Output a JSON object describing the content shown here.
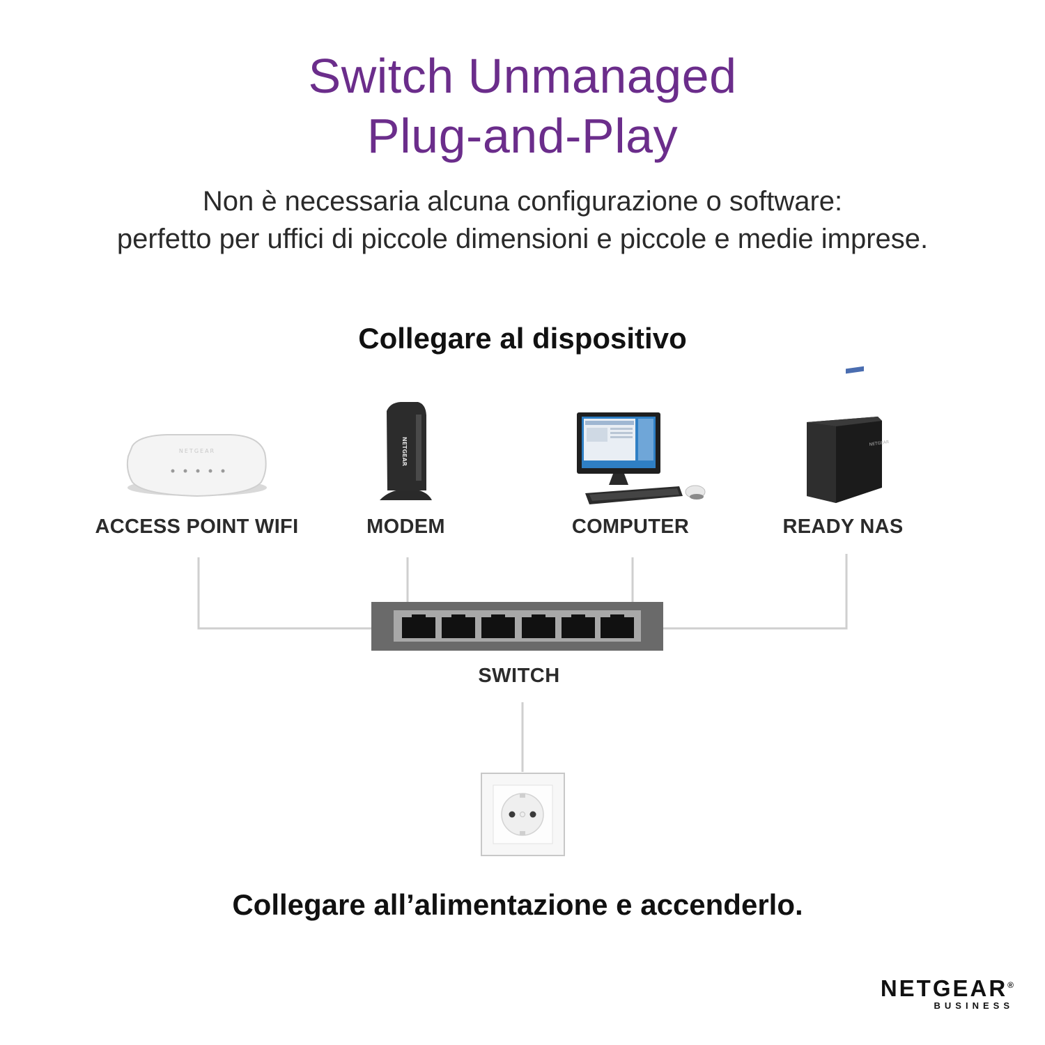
{
  "colors": {
    "title": "#6b2d8b",
    "line": "#cfcfcf",
    "switch_body": "#6a6a6a"
  },
  "title": {
    "line1": "Switch Unmanaged",
    "line2": "Plug-and-Play"
  },
  "subtitle": {
    "line1": "Non è necessaria alcuna configurazione o software:",
    "line2": "perfetto per uffici di piccole dimensioni e piccole e medie imprese."
  },
  "section_heading": "Collegare al dispositivo",
  "devices": [
    {
      "label": "ACCESS POINT WIFI",
      "icon": "access-point-icon"
    },
    {
      "label": "MODEM",
      "icon": "modem-icon"
    },
    {
      "label": "COMPUTER",
      "icon": "computer-icon"
    },
    {
      "label": "READY NAS",
      "icon": "nas-icon"
    }
  ],
  "switch": {
    "label": "SWITCH",
    "ports": 6,
    "icon": "switch-icon"
  },
  "power": {
    "icon": "power-socket-icon"
  },
  "footer_heading": "Collegare all’alimentazione e accenderlo.",
  "logo": {
    "brand": "NETGEAR",
    "registered": "®",
    "sub": "BUSINESS"
  }
}
